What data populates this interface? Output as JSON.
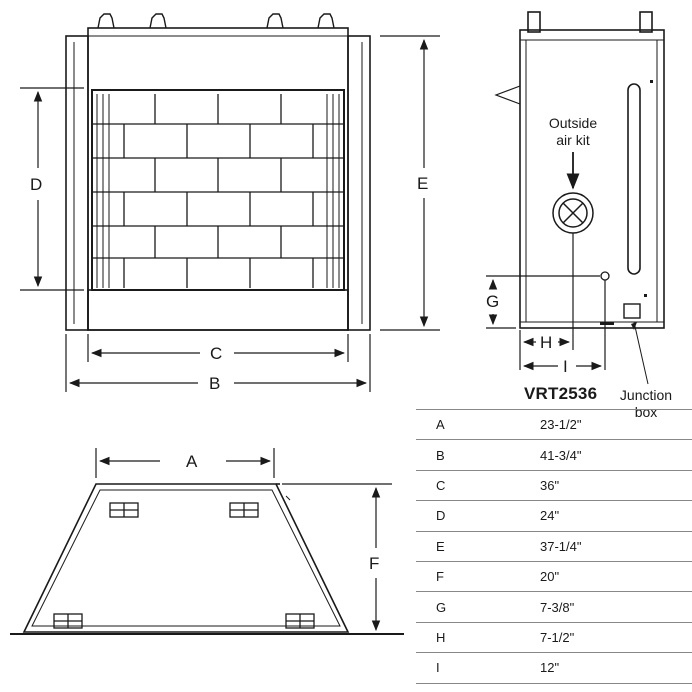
{
  "front_view": {
    "dimensions": {
      "c": "C",
      "b": "B",
      "d": "D",
      "e": "E"
    }
  },
  "side_view": {
    "dimensions": {
      "g": "G",
      "h": "H",
      "i": "I"
    },
    "callouts": {
      "outside_air_kit": [
        "Outside",
        "air kit"
      ],
      "junction_box": [
        "Junction",
        "box"
      ]
    }
  },
  "top_view": {
    "dimensions": {
      "a": "A",
      "f": "F"
    }
  },
  "spec_table": {
    "model": "VRT2536",
    "rows": [
      {
        "key": "A",
        "value": "23-1/2\""
      },
      {
        "key": "B",
        "value": "41-3/4\""
      },
      {
        "key": "C",
        "value": "36\""
      },
      {
        "key": "D",
        "value": "24\""
      },
      {
        "key": "E",
        "value": "37-1/4\""
      },
      {
        "key": "F",
        "value": "20\""
      },
      {
        "key": "G",
        "value": "7-3/8\""
      },
      {
        "key": "H",
        "value": "7-1/2\""
      },
      {
        "key": "I",
        "value": "12\""
      }
    ]
  }
}
